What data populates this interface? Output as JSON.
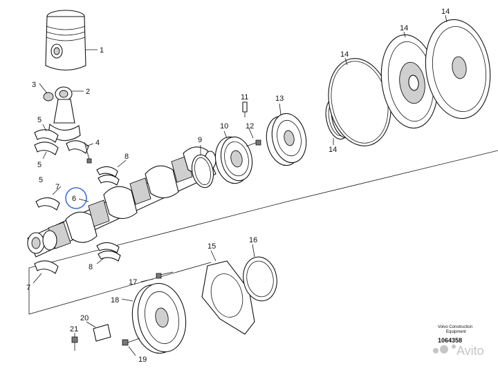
{
  "callouts": {
    "c1": "1",
    "c2": "2",
    "c3": "3",
    "c4": "4",
    "c5_top": "5",
    "c5_bottom": "5",
    "c5_left": "5",
    "c6": "6",
    "c7_top": "7",
    "c7_bottom": "7",
    "c8_top": "8",
    "c8_bottom": "8",
    "c9": "9",
    "c10": "10",
    "c11": "11",
    "c12": "12",
    "c13": "13",
    "c14_a": "14",
    "c14_b": "14",
    "c14_c": "14",
    "c14_d": "14",
    "c15": "15",
    "c16": "16",
    "c17": "17",
    "c18": "18",
    "c19": "19",
    "c20": "20",
    "c21": "21"
  },
  "footer": {
    "company_line1": "Volvo Construction",
    "company_line2": "Equipment",
    "document_number": "1064358"
  },
  "watermark": {
    "text": "Avito"
  },
  "colors": {
    "line": "#111111",
    "highlight": "#3d6fd6",
    "watermark": "#bbbbbb"
  }
}
